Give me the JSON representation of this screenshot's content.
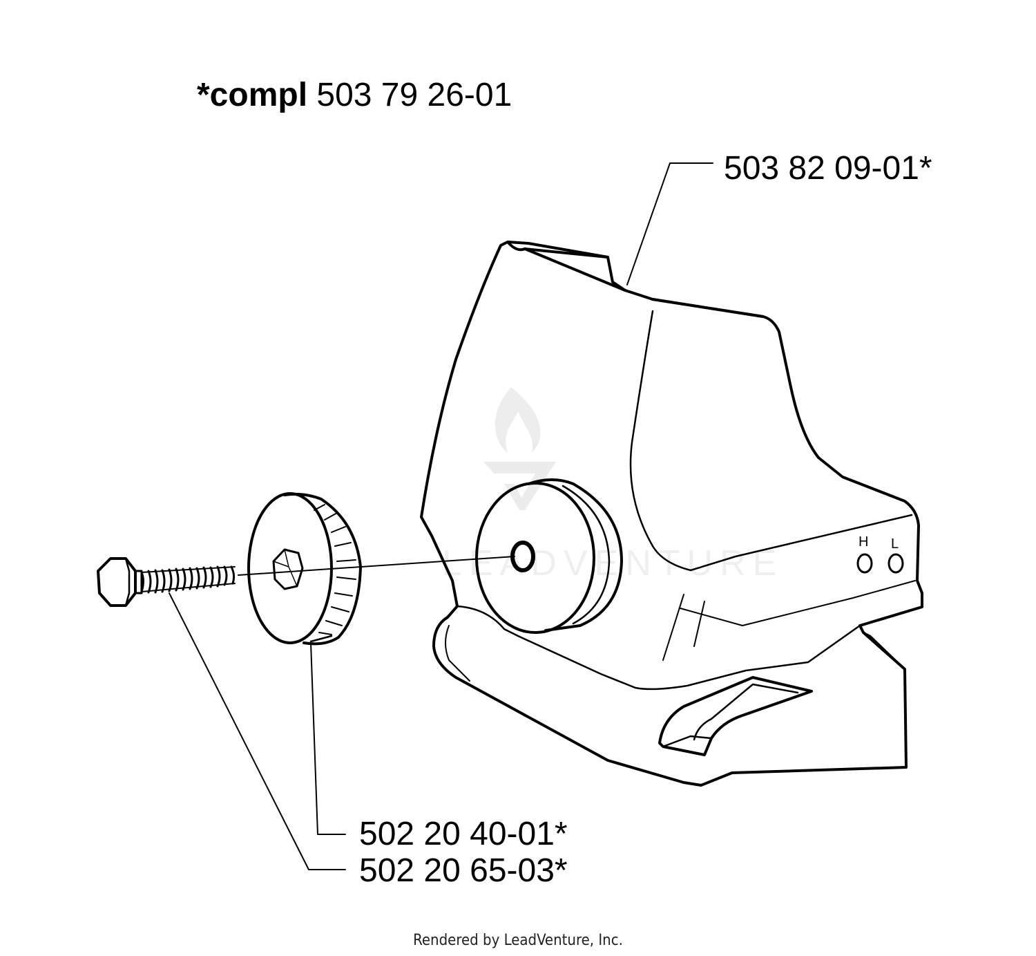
{
  "title": {
    "prefix": "*compl",
    "number": "503 79 26-01"
  },
  "callouts": {
    "cover": "503 82 09-01*",
    "knob": "502 20 40-01*",
    "screw": "502 20 65-03*"
  },
  "adjust_labels": {
    "high": "H",
    "low": "L"
  },
  "watermark": "LEADVENTURE",
  "footer": "Rendered by LeadVenture, Inc."
}
